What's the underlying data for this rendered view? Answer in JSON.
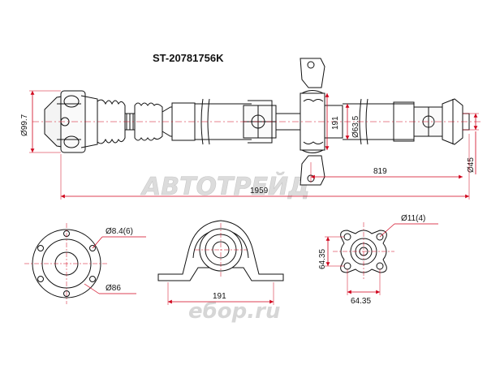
{
  "title": "ST-20781756K",
  "watermark_main": "АВТОТРЕЙД",
  "watermark_site": "ебор.ru",
  "colors": {
    "accent": "#d0021b",
    "line": "#111111",
    "watermark": "#d9d9d9"
  },
  "dimensions": {
    "overall_length": "1959",
    "rear_section_length": "819",
    "tube_diameter": "Ø63.5",
    "bearing_height": "191",
    "flange_diameter": "Ø99.7",
    "yoke_diameter": "Ø45",
    "bolt_holes_front": "Ø8.4(6)",
    "bolt_circle_front": "Ø86",
    "support_width": "191",
    "bolt_holes_rear": "Ø11(4)",
    "rear_flange_height": "64.35",
    "rear_flange_width": "64.35"
  }
}
